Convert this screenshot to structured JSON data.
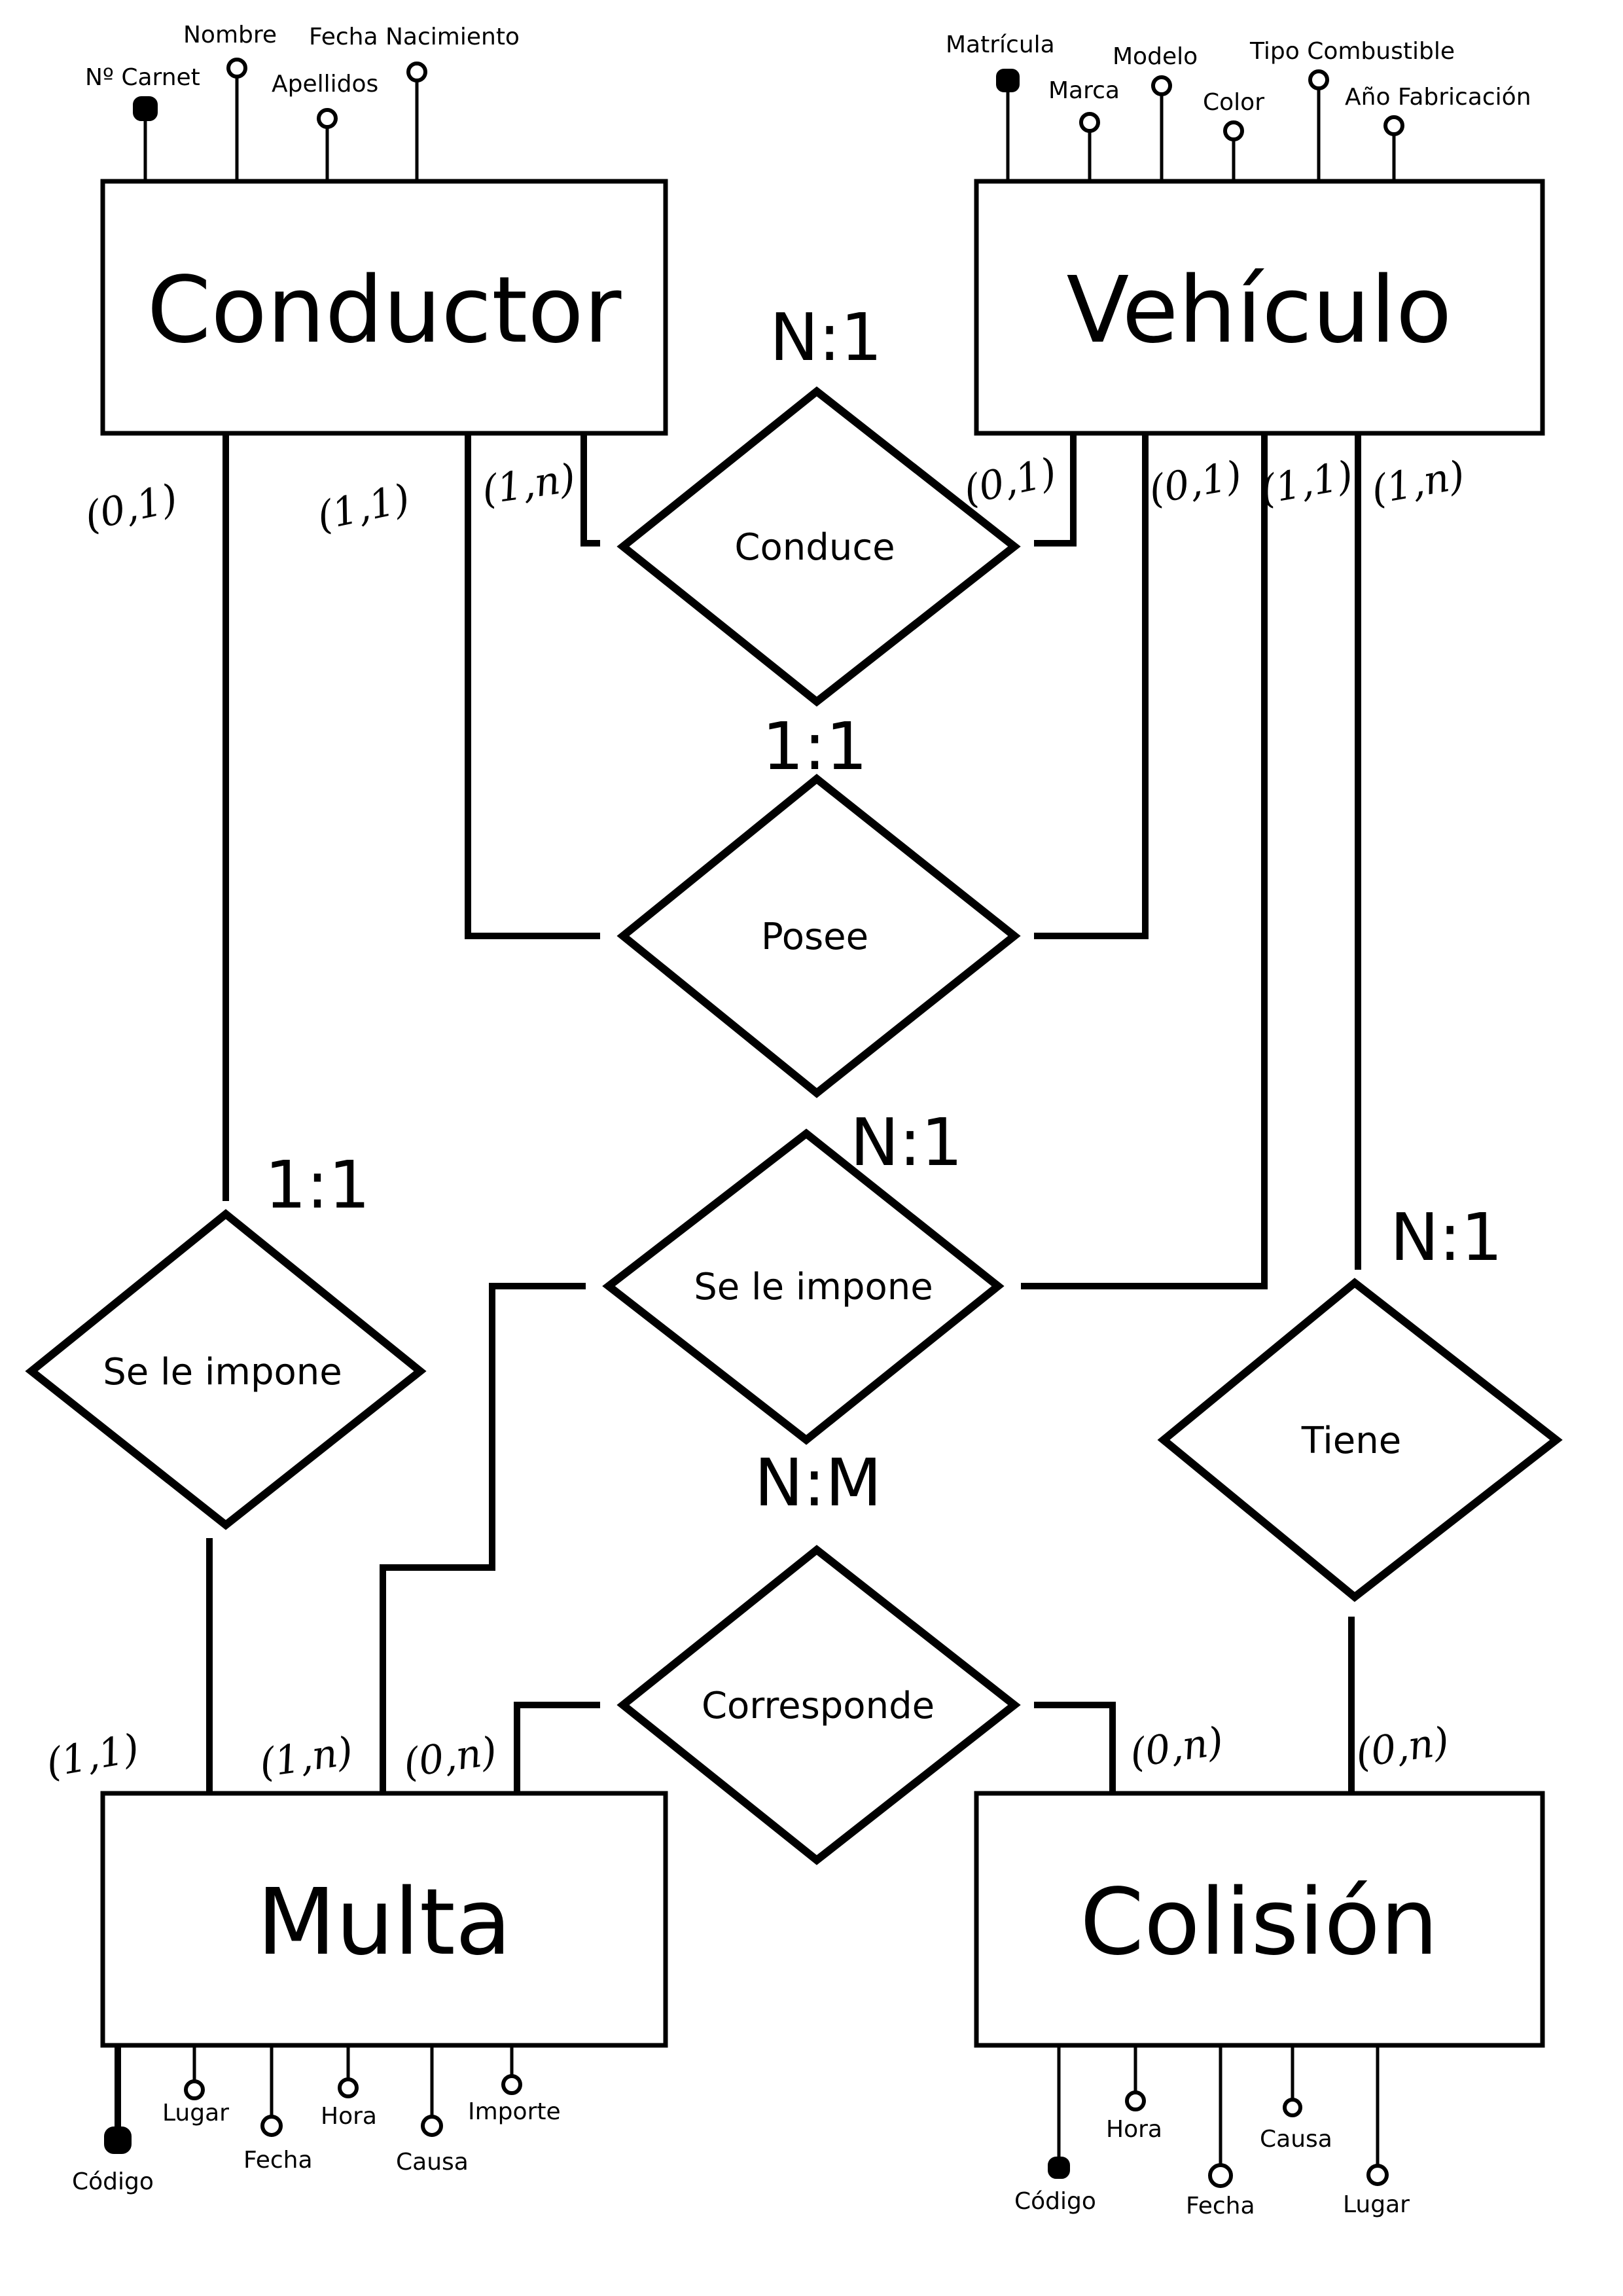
{
  "entities": {
    "conductor": "Conductor",
    "vehiculo": "Vehículo",
    "multa": "Multa",
    "colision": "Colisión"
  },
  "attributes": {
    "conductor": [
      {
        "label": "Nº Carnet",
        "key": true
      },
      {
        "label": "Nombre",
        "key": false
      },
      {
        "label": "Apellidos",
        "key": false
      },
      {
        "label": "Fecha Nacimiento",
        "key": false
      }
    ],
    "vehiculo": [
      {
        "label": "Matrícula",
        "key": true
      },
      {
        "label": "Marca",
        "key": false
      },
      {
        "label": "Modelo",
        "key": false
      },
      {
        "label": "Color",
        "key": false
      },
      {
        "label": "Tipo Combustible",
        "key": false
      },
      {
        "label": "Año Fabricación",
        "key": false
      }
    ],
    "multa": [
      {
        "label": "Código",
        "key": true
      },
      {
        "label": "Lugar",
        "key": false
      },
      {
        "label": "Fecha",
        "key": false
      },
      {
        "label": "Hora",
        "key": false
      },
      {
        "label": "Causa",
        "key": false
      },
      {
        "label": "Importe",
        "key": false
      }
    ],
    "colision": [
      {
        "label": "Código",
        "key": true
      },
      {
        "label": "Hora",
        "key": false
      },
      {
        "label": "Fecha",
        "key": false
      },
      {
        "label": "Causa",
        "key": false
      },
      {
        "label": "Lugar",
        "key": false
      }
    ]
  },
  "relationships": {
    "conduce": {
      "label": "Conduce",
      "cardinality": "N:1"
    },
    "posee": {
      "label": "Posee",
      "cardinality": "1:1"
    },
    "impone_vehiculo": {
      "label": "Se le impone",
      "cardinality": "N:1"
    },
    "impone_conductor": {
      "label": "Se le impone",
      "cardinality": "1:1"
    },
    "tiene": {
      "label": "Tiene",
      "cardinality": "N:1"
    },
    "corresponde": {
      "label": "Corresponde",
      "cardinality": "N:M"
    }
  },
  "participations": {
    "conductor_impone": "(0,1)",
    "conductor_posee": "(1,1)",
    "conductor_conduce": "(1,n)",
    "vehiculo_conduce": "(0,1)",
    "vehiculo_posee": "(0,1)",
    "vehiculo_impone": "(1,1)",
    "vehiculo_tiene": "(1,n)",
    "multa_impone_conductor": "(1,1)",
    "multa_impone_vehiculo": "(1,n)",
    "multa_corresponde": "(0,n)",
    "colision_corresponde": "(0,n)",
    "colision_tiene": "(0,n)"
  }
}
